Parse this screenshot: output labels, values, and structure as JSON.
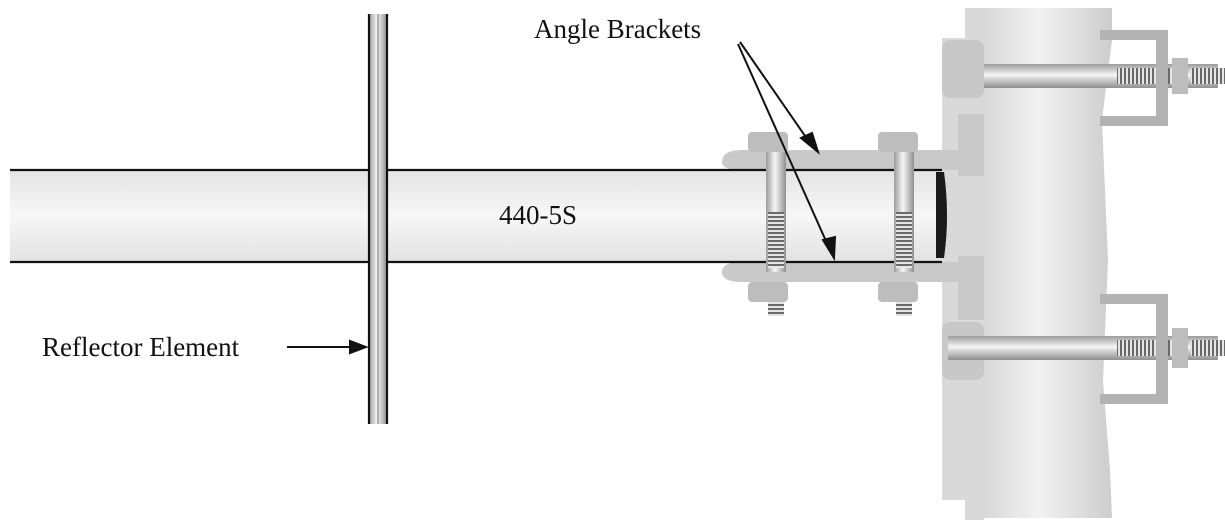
{
  "labels": {
    "angle_brackets": "Angle Brackets",
    "boom": "440-5S",
    "reflector_element": "Reflector Element"
  },
  "colors": {
    "background": "#ffffff",
    "metal_light": "#efefef",
    "metal_mid": "#cfcfcf",
    "metal_dark": "#9a9a9a",
    "outline": "#111111",
    "clamp": "#a9a9a9"
  }
}
